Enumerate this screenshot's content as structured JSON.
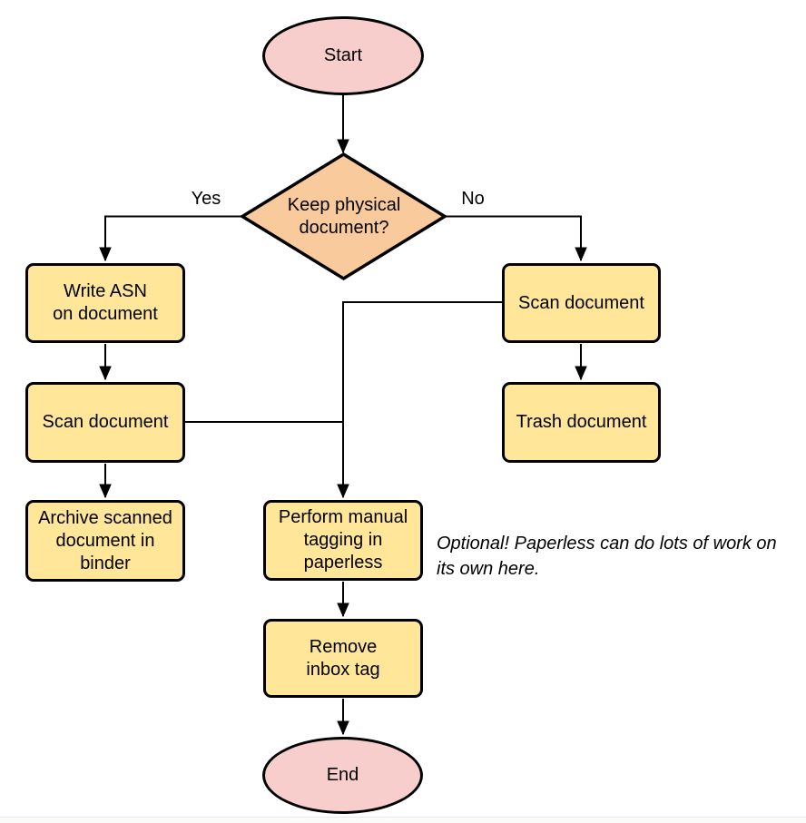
{
  "colors": {
    "terminal_fill": "#f8cecc",
    "decision_fill": "#f9cb9c",
    "process_fill": "#ffe699",
    "stroke": "#000000"
  },
  "nodes": {
    "start": {
      "label": "Start"
    },
    "decision": {
      "label": "Keep physical\ndocument?"
    },
    "write_asn": {
      "label": "Write ASN\non document"
    },
    "scan_left": {
      "label": "Scan document"
    },
    "archive": {
      "label": "Archive scanned\ndocument in\nbinder"
    },
    "scan_right": {
      "label": "Scan document"
    },
    "trash": {
      "label": "Trash document"
    },
    "tagging": {
      "label": "Perform manual\ntagging in\npaperless"
    },
    "remove_inbox": {
      "label": "Remove\ninbox tag"
    },
    "end": {
      "label": "End"
    }
  },
  "edge_labels": {
    "yes": "Yes",
    "no": "No"
  },
  "note": {
    "text": "Optional! Paperless can do lots of work on\nits own here."
  }
}
